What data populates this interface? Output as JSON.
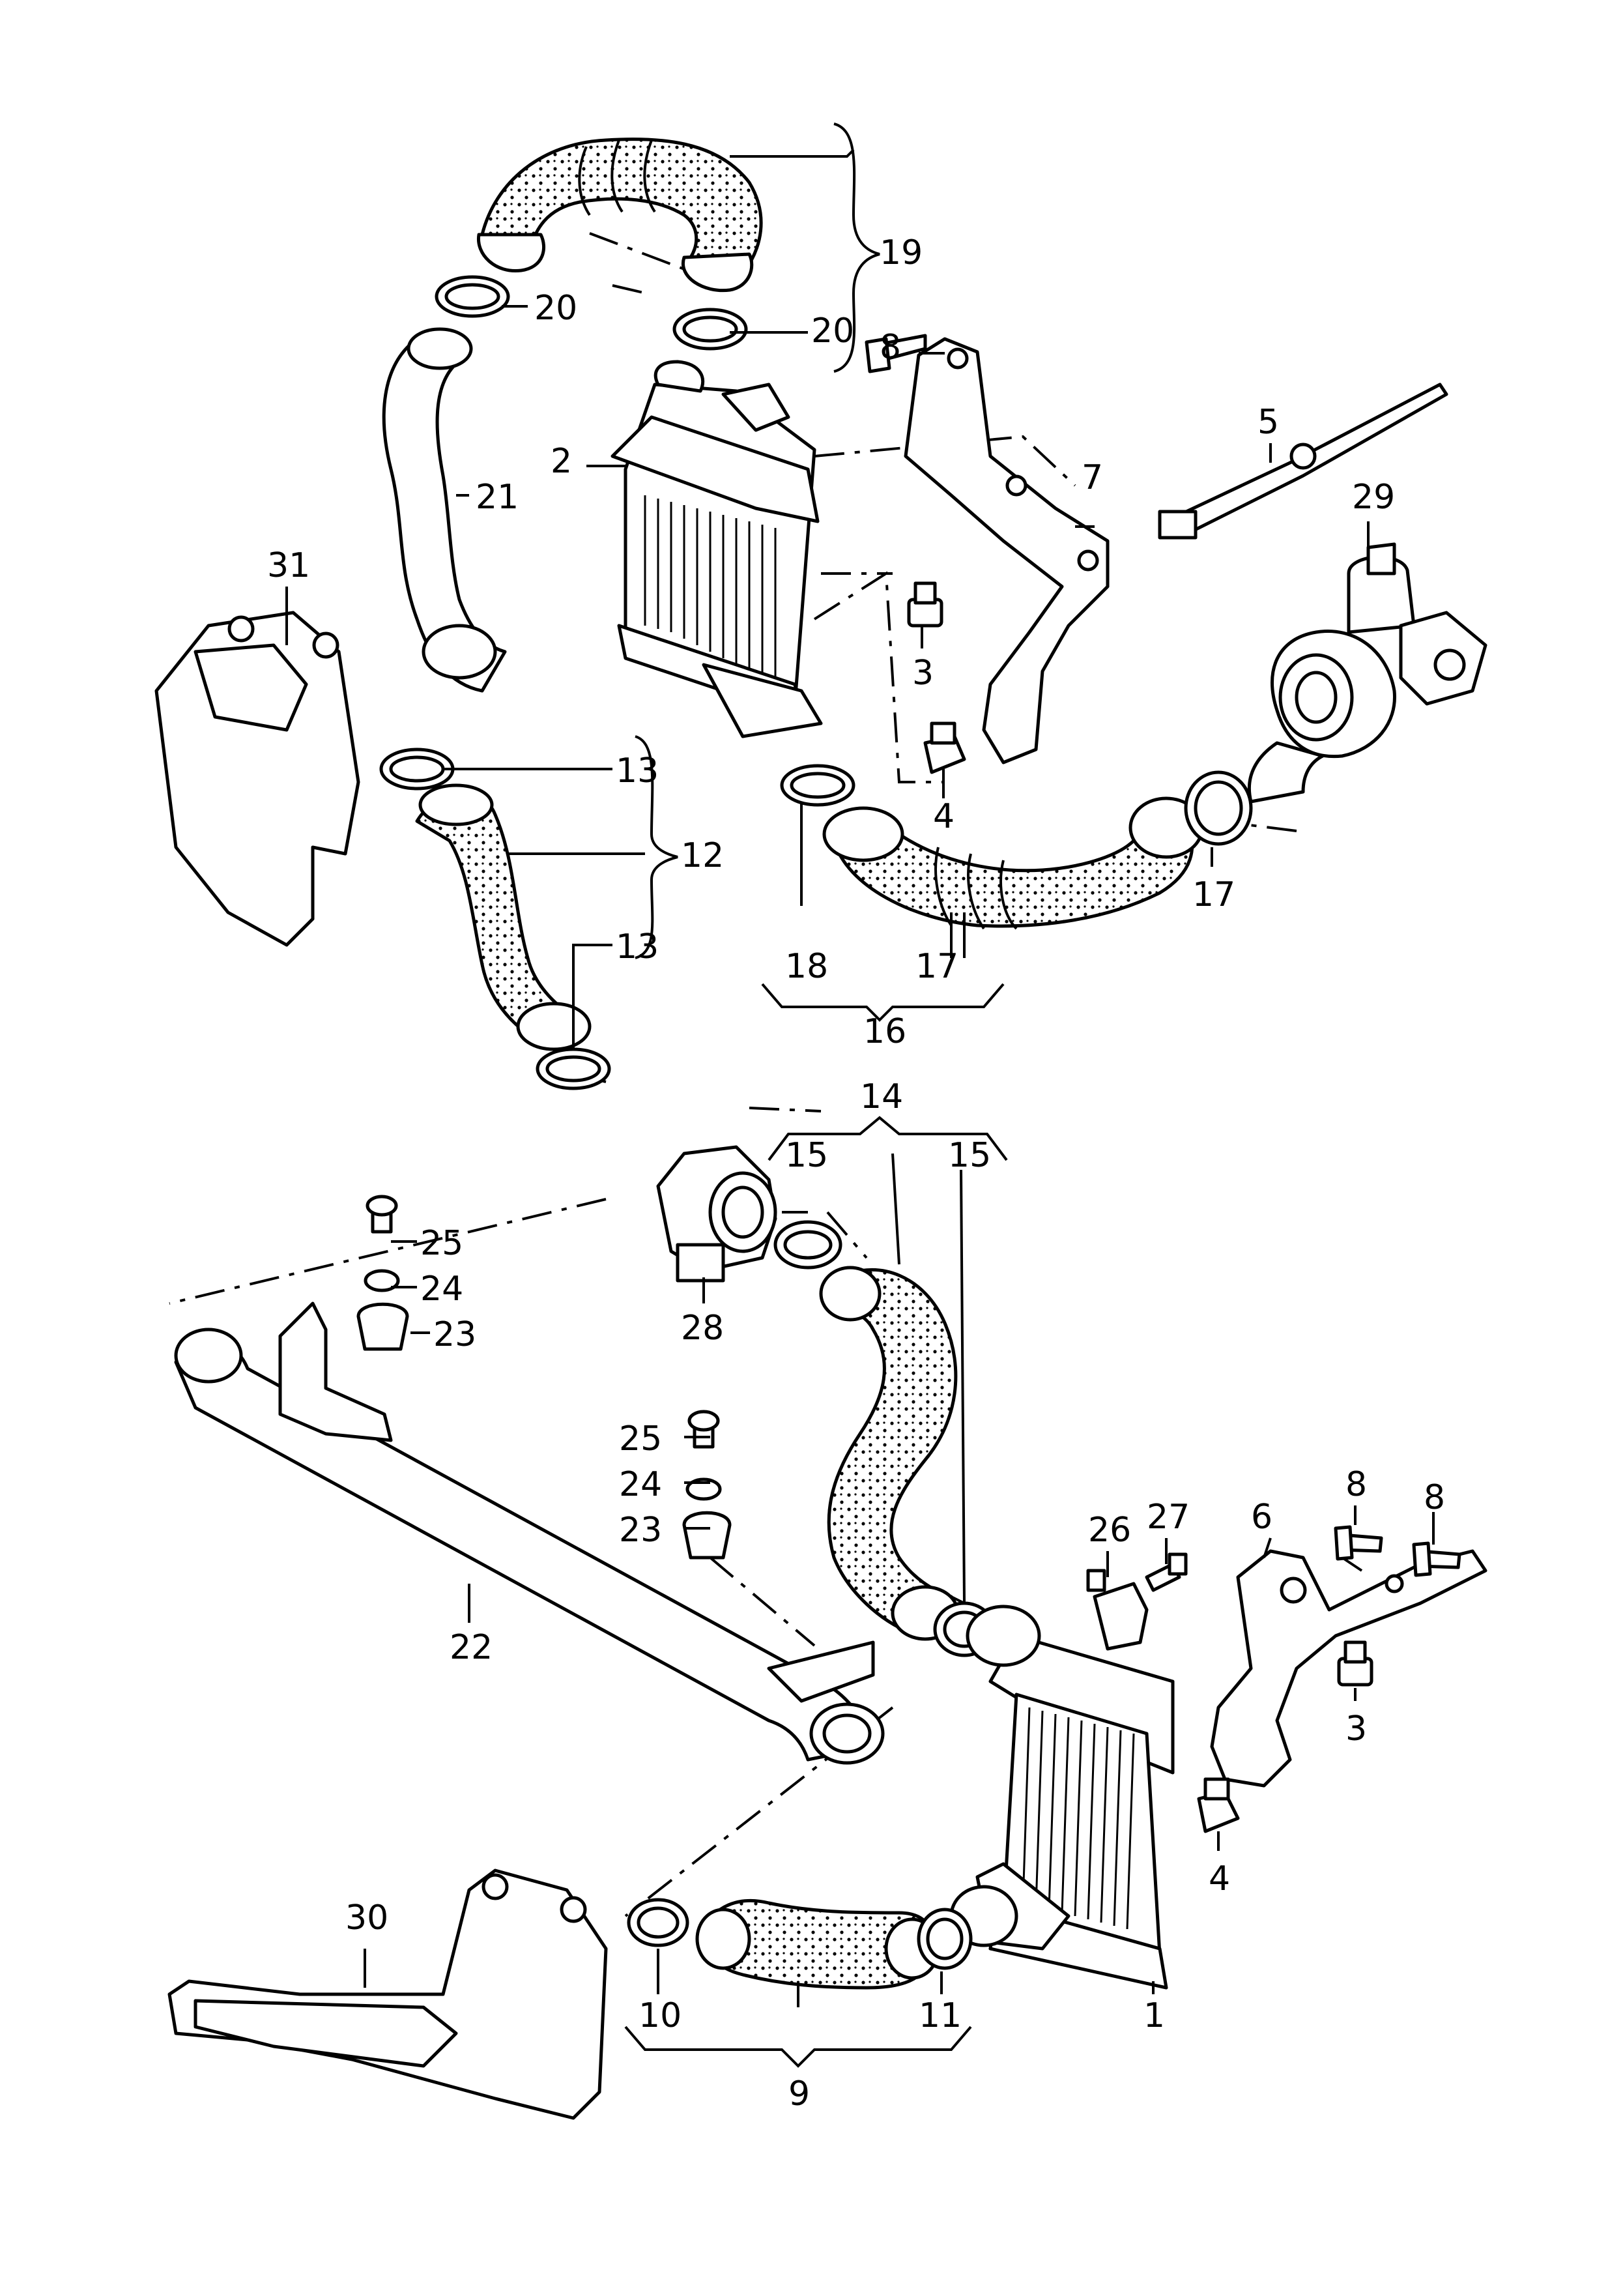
{
  "callouts": {
    "c1": "1",
    "c2": "2",
    "c3a": "3",
    "c3b": "3",
    "c4a": "4",
    "c4b": "4",
    "c5": "5",
    "c6": "6",
    "c7": "7",
    "c8a": "8",
    "c8b": "8",
    "c8c": "8",
    "c9": "9",
    "c10": "10",
    "c11": "11",
    "c12": "12",
    "c13a": "13",
    "c13b": "13",
    "c14": "14",
    "c15a": "15",
    "c15b": "15",
    "c16": "16",
    "c17a": "17",
    "c17b": "17",
    "c18": "18",
    "c19": "19",
    "c20a": "20",
    "c20b": "20",
    "c21": "21",
    "c22": "22",
    "c23a": "23",
    "c23b": "23",
    "c24a": "24",
    "c24b": "24",
    "c25a": "25",
    "c25b": "25",
    "c26": "26",
    "c27": "27",
    "c28": "28",
    "c29": "29",
    "c30": "30",
    "c31": "31"
  }
}
